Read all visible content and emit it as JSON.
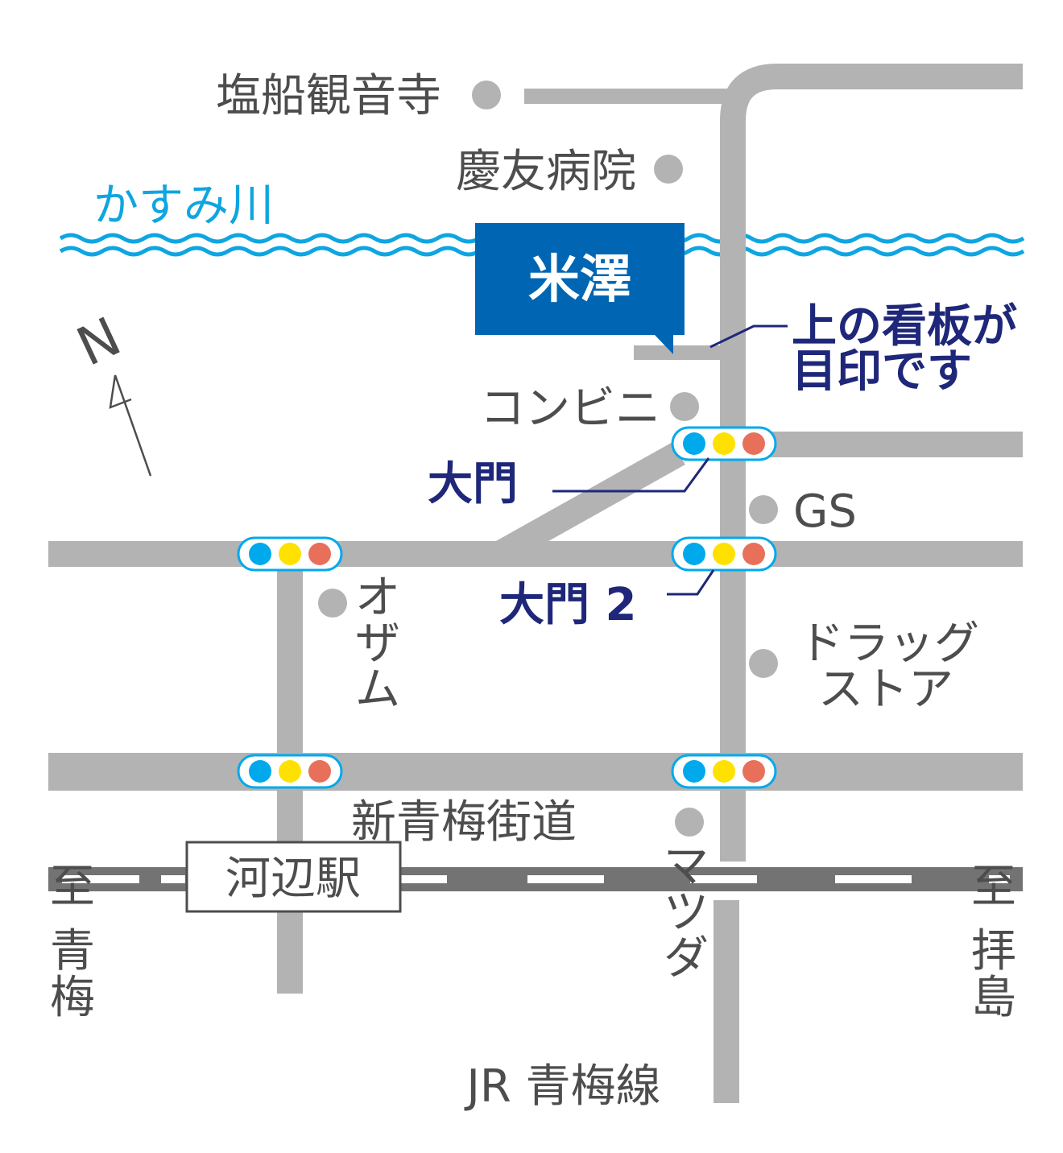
{
  "places": {
    "temple": "塩船観音寺",
    "hospital": "慶友病院",
    "convenience_store": "コンビニ",
    "gas_station": "GS",
    "ozamu": "オザム",
    "drugstore_line1": "ドラッグ",
    "drugstore_line2": "ストア",
    "mazda": "マツダ"
  },
  "river": {
    "name": "かすみ川"
  },
  "destination": {
    "name": "米澤"
  },
  "note": {
    "line1": "上の看板が",
    "line2": "目印です"
  },
  "signals": {
    "daimon": "大門",
    "daimon2": "大門 2"
  },
  "roads": {
    "main_street": "新青梅街道"
  },
  "directions": {
    "west_to": "至",
    "west_place": [
      "青",
      "梅"
    ],
    "east_to": "至",
    "east_place": [
      "拝",
      "島"
    ]
  },
  "station": {
    "name": "河辺駅"
  },
  "railway": {
    "name": "JR 青梅線"
  },
  "compass": {
    "letter": "N"
  },
  "colors": {
    "road": "#b3b3b3",
    "river": "#0ea5e1",
    "destination_box": "#0066b3",
    "label_navy": "#1e2779",
    "railway": "#737373",
    "signal_blue": "#00a9ec",
    "signal_yellow": "#ffe100",
    "signal_red": "#e8705b"
  }
}
